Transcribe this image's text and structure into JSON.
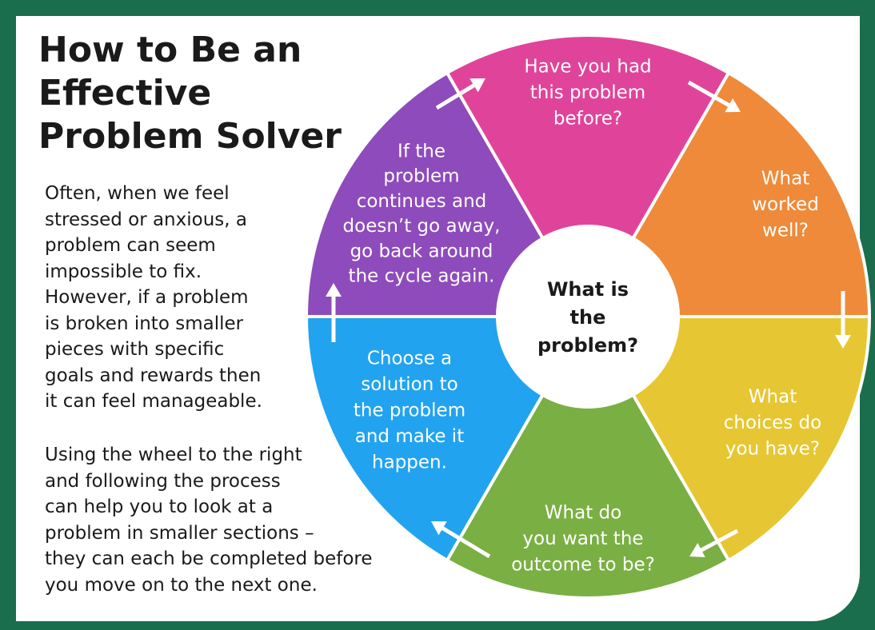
{
  "title_lines": [
    "How to Be an",
    "Effective",
    "Problem Solver"
  ],
  "intro_lines": [
    "Often, when we feel",
    "stressed or anxious, a",
    "problem can seem",
    "impossible to fix.",
    "However, if a problem",
    "is broken into smaller",
    "pieces with specific",
    "goals and rewards then",
    "it can feel manageable."
  ],
  "wheel_intro_lines": [
    "Using the wheel to the right",
    "and following the process",
    "can help you to look at a",
    "problem in smaller sections –",
    "they can each be completed before",
    "you move on to the next one."
  ],
  "wheel": {
    "center_lines": [
      "What is",
      "the",
      "problem?"
    ],
    "segments": [
      {
        "lines": [
          "Have you had",
          "this problem",
          "before?"
        ],
        "color": "#e0449a"
      },
      {
        "lines": [
          "What",
          "worked",
          "well?"
        ],
        "color": "#ee8a3a"
      },
      {
        "lines": [
          "What",
          "choices do",
          "you have?"
        ],
        "color": "#e6c733"
      },
      {
        "lines": [
          "What do",
          "you want the",
          "outcome to be?"
        ],
        "color": "#7aaf44"
      },
      {
        "lines": [
          "Choose a",
          "solution to",
          "the problem",
          "and make it",
          "happen."
        ],
        "color": "#22a3f0"
      },
      {
        "lines": [
          "If the",
          "problem",
          "continues and",
          "doesn’t go away,",
          "go back around",
          "the cycle again."
        ],
        "color": "#8e4bbb"
      }
    ],
    "arrow_icon": "cycle-arrow-icon"
  },
  "colors": {
    "background": "#1a6e4e",
    "card": "#ffffff",
    "text": "#1a1a1a"
  }
}
